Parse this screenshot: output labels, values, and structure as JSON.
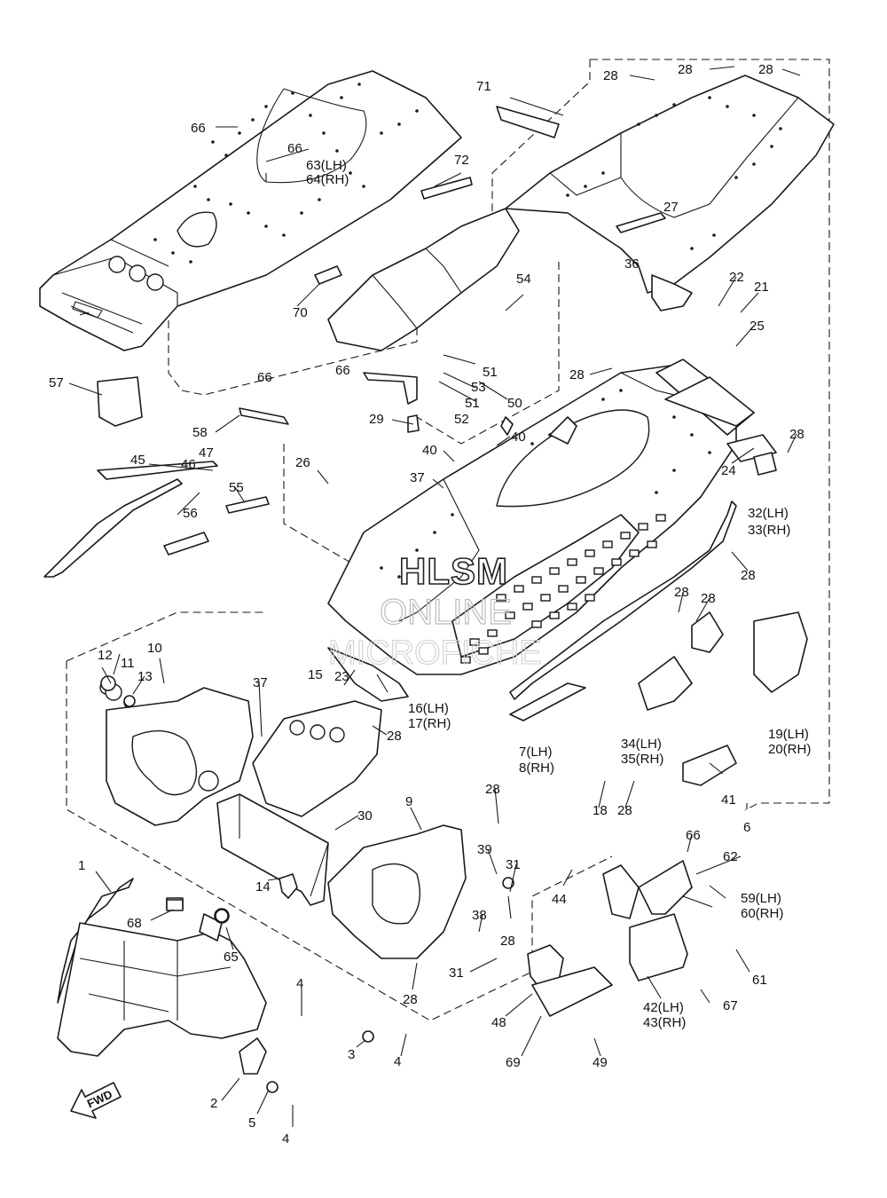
{
  "watermark": {
    "line1": "HLSM",
    "line2": "ONLINE",
    "line3": "MICROFICHE"
  },
  "direction_marker": "FWD",
  "callouts": [
    {
      "id": "c1",
      "text": "1"
    },
    {
      "id": "c2",
      "text": "2"
    },
    {
      "id": "c3",
      "text": "3"
    },
    {
      "id": "c4a",
      "text": "4"
    },
    {
      "id": "c4b",
      "text": "4"
    },
    {
      "id": "c4c",
      "text": "4"
    },
    {
      "id": "c5",
      "text": "5"
    },
    {
      "id": "c6",
      "text": "6"
    },
    {
      "id": "c7",
      "text": "7(LH)"
    },
    {
      "id": "c8",
      "text": "8(RH)"
    },
    {
      "id": "c9",
      "text": "9"
    },
    {
      "id": "c10",
      "text": "10"
    },
    {
      "id": "c11",
      "text": "11"
    },
    {
      "id": "c12",
      "text": "12"
    },
    {
      "id": "c13",
      "text": "13"
    },
    {
      "id": "c14",
      "text": "14"
    },
    {
      "id": "c15",
      "text": "15"
    },
    {
      "id": "c16",
      "text": "16(LH)"
    },
    {
      "id": "c17",
      "text": "17(RH)"
    },
    {
      "id": "c18",
      "text": "18"
    },
    {
      "id": "c19",
      "text": "19(LH)"
    },
    {
      "id": "c20",
      "text": "20(RH)"
    },
    {
      "id": "c21",
      "text": "21"
    },
    {
      "id": "c22",
      "text": "22"
    },
    {
      "id": "c23",
      "text": "23"
    },
    {
      "id": "c24",
      "text": "24"
    },
    {
      "id": "c25",
      "text": "25"
    },
    {
      "id": "c26",
      "text": "26"
    },
    {
      "id": "c27",
      "text": "27"
    },
    {
      "id": "c28a",
      "text": "28"
    },
    {
      "id": "c28b",
      "text": "28"
    },
    {
      "id": "c28c",
      "text": "28"
    },
    {
      "id": "c28d",
      "text": "28"
    },
    {
      "id": "c28e",
      "text": "28"
    },
    {
      "id": "c28f",
      "text": "28"
    },
    {
      "id": "c28g",
      "text": "28"
    },
    {
      "id": "c28h",
      "text": "28"
    },
    {
      "id": "c28i",
      "text": "28"
    },
    {
      "id": "c28j",
      "text": "28"
    },
    {
      "id": "c28k",
      "text": "28"
    },
    {
      "id": "c28l",
      "text": "28"
    },
    {
      "id": "c28m",
      "text": "28"
    },
    {
      "id": "c28n",
      "text": "28"
    },
    {
      "id": "c29",
      "text": "29"
    },
    {
      "id": "c30",
      "text": "30"
    },
    {
      "id": "c31a",
      "text": "31"
    },
    {
      "id": "c31b",
      "text": "31"
    },
    {
      "id": "c32",
      "text": "32(LH)"
    },
    {
      "id": "c33",
      "text": "33(RH)"
    },
    {
      "id": "c34",
      "text": "34(LH)"
    },
    {
      "id": "c35",
      "text": "35(RH)"
    },
    {
      "id": "c36",
      "text": "36"
    },
    {
      "id": "c37a",
      "text": "37"
    },
    {
      "id": "c37b",
      "text": "37"
    },
    {
      "id": "c38",
      "text": "38"
    },
    {
      "id": "c39",
      "text": "39"
    },
    {
      "id": "c40a",
      "text": "40"
    },
    {
      "id": "c40b",
      "text": "40"
    },
    {
      "id": "c41",
      "text": "41"
    },
    {
      "id": "c42",
      "text": "42(LH)"
    },
    {
      "id": "c43",
      "text": "43(RH)"
    },
    {
      "id": "c44",
      "text": "44"
    },
    {
      "id": "c45",
      "text": "45"
    },
    {
      "id": "c46",
      "text": "46"
    },
    {
      "id": "c47",
      "text": "47"
    },
    {
      "id": "c48",
      "text": "48"
    },
    {
      "id": "c49",
      "text": "49"
    },
    {
      "id": "c50",
      "text": "50"
    },
    {
      "id": "c51a",
      "text": "51"
    },
    {
      "id": "c51b",
      "text": "51"
    },
    {
      "id": "c52",
      "text": "52"
    },
    {
      "id": "c53",
      "text": "53"
    },
    {
      "id": "c54",
      "text": "54"
    },
    {
      "id": "c55",
      "text": "55"
    },
    {
      "id": "c56",
      "text": "56"
    },
    {
      "id": "c57",
      "text": "57"
    },
    {
      "id": "c58",
      "text": "58"
    },
    {
      "id": "c59",
      "text": "59(LH)"
    },
    {
      "id": "c60",
      "text": "60(RH)"
    },
    {
      "id": "c61",
      "text": "61"
    },
    {
      "id": "c62",
      "text": "62"
    },
    {
      "id": "c63",
      "text": "63(LH)"
    },
    {
      "id": "c64",
      "text": "64(RH)"
    },
    {
      "id": "c65",
      "text": "65"
    },
    {
      "id": "c66a",
      "text": "66"
    },
    {
      "id": "c66b",
      "text": "66"
    },
    {
      "id": "c66c",
      "text": "66"
    },
    {
      "id": "c66d",
      "text": "66"
    },
    {
      "id": "c66e",
      "text": "66"
    },
    {
      "id": "c67",
      "text": "67"
    },
    {
      "id": "c68",
      "text": "68"
    },
    {
      "id": "c69",
      "text": "69"
    },
    {
      "id": "c70",
      "text": "70"
    },
    {
      "id": "c71",
      "text": "71"
    },
    {
      "id": "c72",
      "text": "72"
    }
  ]
}
